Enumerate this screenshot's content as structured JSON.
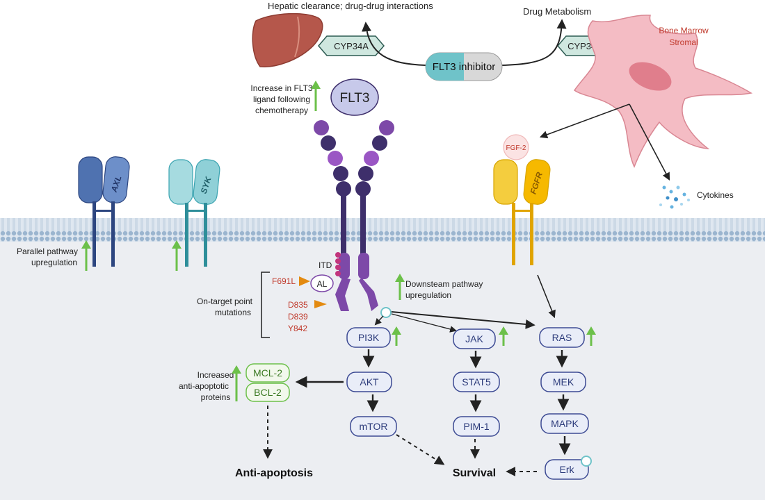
{
  "top": {
    "hepatic_label": "Hepatic clearance; drug-drug interactions",
    "drug_metabolism_label": "Drug Metabolism",
    "cyp_left": "CYP34A",
    "cyp_right": "CYP34A",
    "inhibitor_label": "FLT3 inhibitor",
    "stromal_label_1": "Bone Marrow",
    "stromal_label_2": "Stromal"
  },
  "flt3": {
    "ligand_label": "FLT3",
    "increase_note_1": "Increase in FLT3",
    "increase_note_2": "ligand following",
    "increase_note_3": "chemotherapy"
  },
  "receptors": {
    "axl": "AXL",
    "syk": "SYK",
    "fgfr": "FGFR",
    "fgf2": "FGF-2",
    "cytokines": "Cytokines"
  },
  "left_notes": {
    "parallel_1": "Parallel pathway",
    "parallel_2": "upregulation",
    "on_target_1": "On-target point",
    "on_target_2": "mutations"
  },
  "mutations": {
    "itd": "ITD",
    "al": "AL",
    "f691l": "F691L",
    "d835": "D835",
    "d839": "D839",
    "y842": "Y842"
  },
  "downstream_note_1": "Downsteam pathway",
  "downstream_note_2": "upregulation",
  "pathway": {
    "pi3k": "PI3K",
    "akt": "AKT",
    "mtor": "mTOR",
    "jak": "JAK",
    "stat5": "STAT5",
    "pim1": "PIM-1",
    "ras": "RAS",
    "mek": "MEK",
    "mapk": "MAPK",
    "erk": "Erk"
  },
  "anti_apoptotic": {
    "note_1": "Increased",
    "note_2": "anti-apoptotic",
    "note_3": "proteins",
    "mcl2": "MCL-2",
    "bcl2": "BCL-2"
  },
  "outcomes": {
    "anti_apoptosis": "Anti-apoptosis",
    "survival": "Survival"
  },
  "colors": {
    "membrane": "#9bb5cf",
    "cytoplasm": "#eceef2",
    "flt3_purple": "#7d49a8",
    "flt3_dark": "#3e2f6b",
    "axl_blue": "#4f72b0",
    "syk_teal": "#3aa3b0",
    "fgfr_gold": "#e0a400",
    "node_outline": "#3c4a93",
    "up_arrow": "#6cc04a",
    "mutation_red": "#c0392b",
    "mutation_arrow": "#e38a10"
  }
}
